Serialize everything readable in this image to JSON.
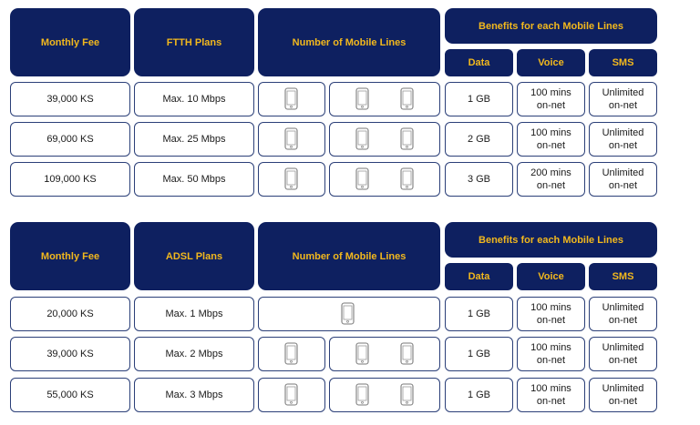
{
  "colors": {
    "header_bg": "#0e2060",
    "header_text": "#f2b81d",
    "cell_border": "#2b3f78"
  },
  "tables": [
    {
      "headers": {
        "monthly_fee": "Monthly Fee",
        "plan": "FTTH Plans",
        "mobile_lines": "Number of Mobile Lines",
        "benefits": "Benefits for each Mobile Lines",
        "data": "Data",
        "voice": "Voice",
        "sms": "SMS"
      },
      "rows": [
        {
          "fee": "39,000 KS",
          "speed": "Max. 10 Mbps",
          "lines": 3,
          "data": "1 GB",
          "voice": "100 mins\non-net",
          "sms": "Unlimited\non-net"
        },
        {
          "fee": "69,000 KS",
          "speed": "Max. 25 Mbps",
          "lines": 3,
          "data": "2 GB",
          "voice": "100 mins\non-net",
          "sms": "Unlimited\non-net"
        },
        {
          "fee": "109,000 KS",
          "speed": "Max. 50 Mbps",
          "lines": 3,
          "data": "3 GB",
          "voice": "200 mins\non-net",
          "sms": "Unlimited\non-net"
        }
      ]
    },
    {
      "headers": {
        "monthly_fee": "Monthly Fee",
        "plan": "ADSL Plans",
        "mobile_lines": "Number of Mobile Lines",
        "benefits": "Benefits for each Mobile Lines",
        "data": "Data",
        "voice": "Voice",
        "sms": "SMS"
      },
      "rows": [
        {
          "fee": "20,000 KS",
          "speed": "Max. 1 Mbps",
          "lines": 1,
          "data": "1 GB",
          "voice": "100 mins\non-net",
          "sms": "Unlimited\non-net"
        },
        {
          "fee": "39,000 KS",
          "speed": "Max. 2 Mbps",
          "lines": 3,
          "data": "1 GB",
          "voice": "100 mins\non-net",
          "sms": "Unlimited\non-net"
        },
        {
          "fee": "55,000 KS",
          "speed": "Max. 3 Mbps",
          "lines": 3,
          "data": "1 GB",
          "voice": "100 mins\non-net",
          "sms": "Unlimited\non-net"
        }
      ]
    }
  ]
}
